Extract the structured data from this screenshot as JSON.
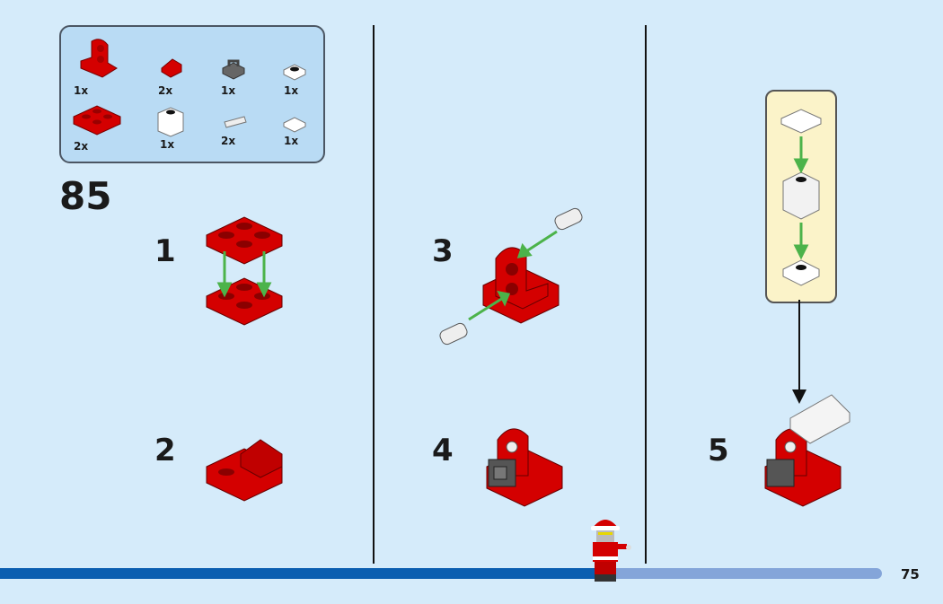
{
  "parts_list": {
    "items": [
      {
        "name": "red-bracket-brick",
        "qty": "1x"
      },
      {
        "name": "red-slope",
        "qty": "2x"
      },
      {
        "name": "gray-clip-plate",
        "qty": "1x"
      },
      {
        "name": "white-plate-1x1",
        "qty": "1x"
      },
      {
        "name": "red-plate-2x2",
        "qty": "2x"
      },
      {
        "name": "white-brick-1x1",
        "qty": "1x"
      },
      {
        "name": "white-pin",
        "qty": "2x"
      },
      {
        "name": "white-tile-1x1",
        "qty": "1x"
      }
    ]
  },
  "build_step": "85",
  "substeps": [
    "1",
    "2",
    "3",
    "4",
    "5"
  ],
  "progress": {
    "fraction": 0.68
  },
  "page_number": "75",
  "colors": {
    "background": "#d5ebfa",
    "brick_red": "#d40000",
    "arrow_green": "#4cb34a",
    "progress_fill": "#0b5eb0",
    "progress_track": "#84a5d9"
  }
}
